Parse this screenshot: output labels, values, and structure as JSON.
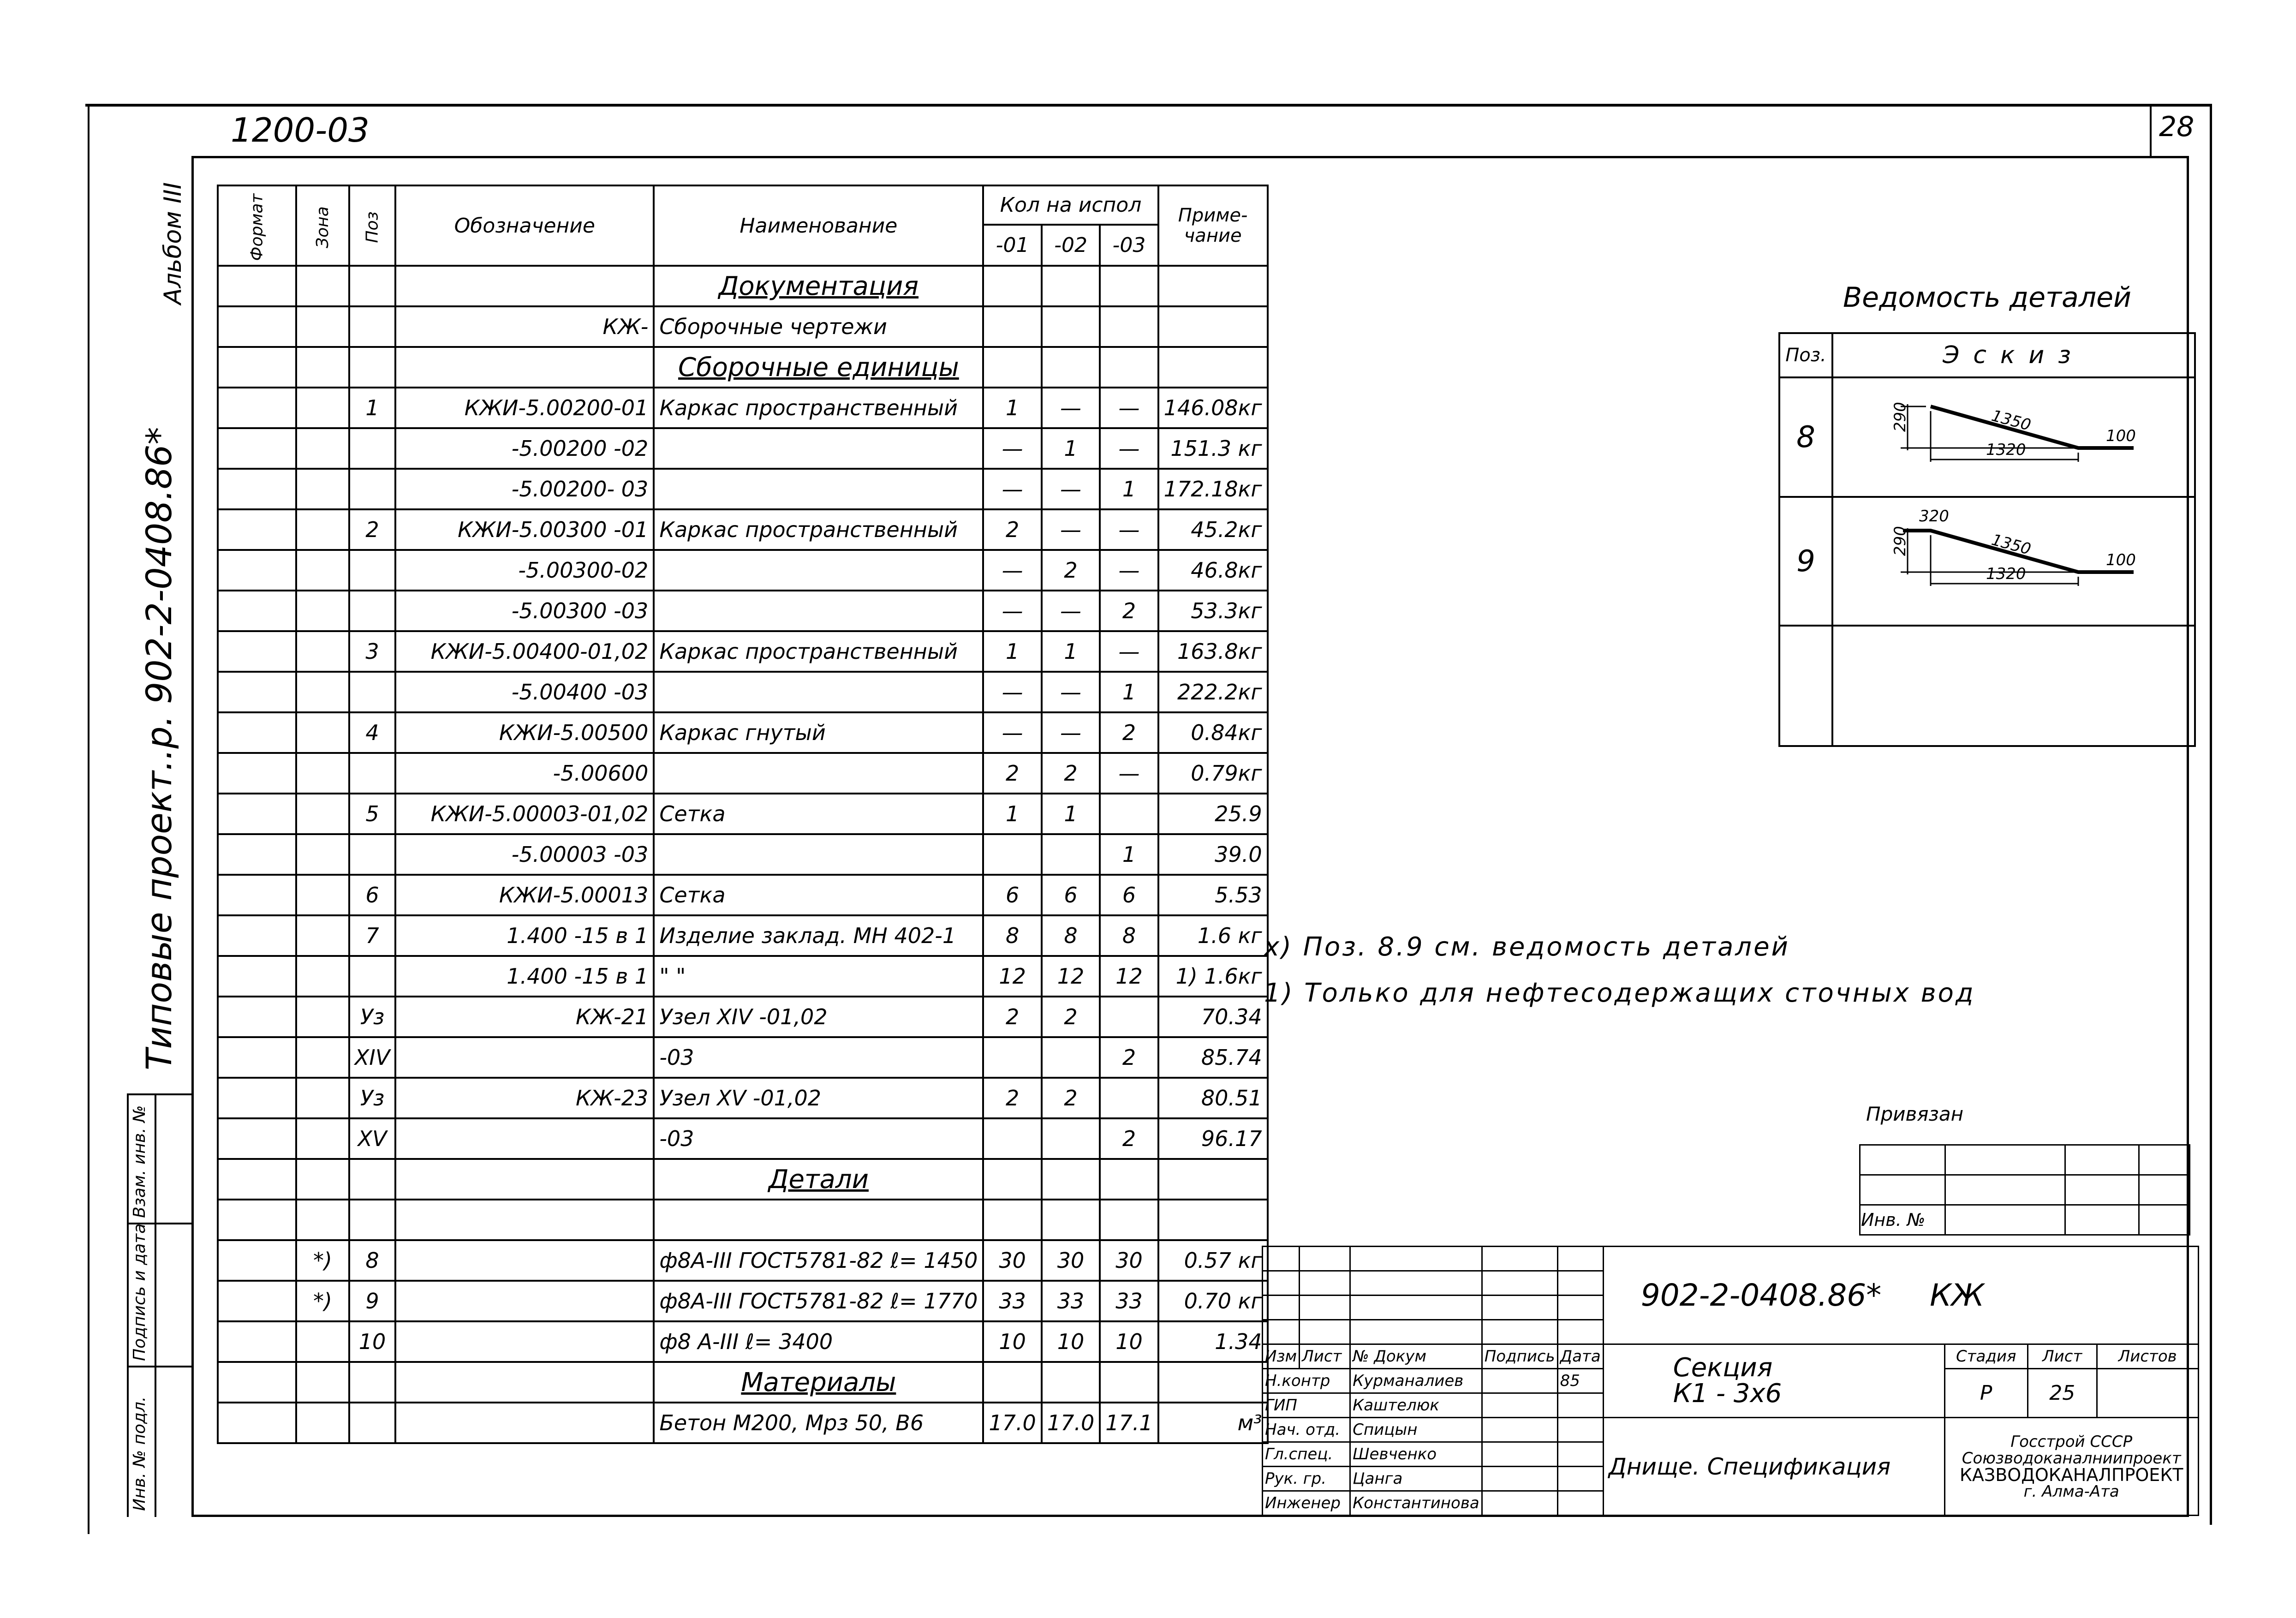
{
  "sheet": {
    "header_code": "1200-03",
    "page_number": "28",
    "album": "Альбом III",
    "series": "Типовые проект..р. 902-2-0408.86*"
  },
  "spec_table": {
    "headers": {
      "format": "Формат",
      "zone": "Зона",
      "pos": "Поз",
      "designation": "Обозначение",
      "name": "Наименование",
      "qty": "Кол на испол",
      "q1": "-01",
      "q2": "-02",
      "q3": "-03",
      "note": "Приме-чание"
    },
    "rows": [
      {
        "type": "section",
        "name": "Документация"
      },
      {
        "pos": "",
        "des": "КЖ-",
        "name": "Сборочные чертежи",
        "q1": "",
        "q2": "",
        "q3": "",
        "note": ""
      },
      {
        "type": "section",
        "name": "Сборочные единицы"
      },
      {
        "pos": "1",
        "des": "КЖИ-5.00200-01",
        "name": "Каркас пространственный",
        "q1": "1",
        "q2": "—",
        "q3": "—",
        "note": "146.08кг"
      },
      {
        "pos": "",
        "des": "-5.00200 -02",
        "name": "",
        "q1": "—",
        "q2": "1",
        "q3": "—",
        "note": "151.3 кг"
      },
      {
        "pos": "",
        "des": "-5.00200- 03",
        "name": "",
        "q1": "—",
        "q2": "—",
        "q3": "1",
        "note": "172.18кг"
      },
      {
        "pos": "2",
        "des": "КЖИ-5.00300 -01",
        "name": "Каркас пространственный",
        "q1": "2",
        "q2": "—",
        "q3": "—",
        "note": "45.2кг"
      },
      {
        "pos": "",
        "des": "-5.00300-02",
        "name": "",
        "q1": "—",
        "q2": "2",
        "q3": "—",
        "note": "46.8кг"
      },
      {
        "pos": "",
        "des": "-5.00300 -03",
        "name": "",
        "q1": "—",
        "q2": "—",
        "q3": "2",
        "note": "53.3кг"
      },
      {
        "pos": "3",
        "des": "КЖИ-5.00400-01,02",
        "name": "Каркас пространственный",
        "q1": "1",
        "q2": "1",
        "q3": "—",
        "note": "163.8кг"
      },
      {
        "pos": "",
        "des": "-5.00400 -03",
        "name": "",
        "q1": "—",
        "q2": "—",
        "q3": "1",
        "note": "222.2кг"
      },
      {
        "pos": "4",
        "des": "КЖИ-5.00500",
        "name": "Каркас гнутый",
        "q1": "—",
        "q2": "—",
        "q3": "2",
        "note": "0.84кг"
      },
      {
        "pos": "",
        "des": "-5.00600",
        "name": "",
        "q1": "2",
        "q2": "2",
        "q3": "—",
        "note": "0.79кг"
      },
      {
        "pos": "5",
        "des": "КЖИ-5.00003-01,02",
        "name": "Сетка",
        "q1": "1",
        "q2": "1",
        "q3": "",
        "note": "25.9"
      },
      {
        "pos": "",
        "des": "-5.00003 -03",
        "name": "",
        "q1": "",
        "q2": "",
        "q3": "1",
        "note": "39.0"
      },
      {
        "pos": "6",
        "des": "КЖИ-5.00013",
        "name": "Сетка",
        "q1": "6",
        "q2": "6",
        "q3": "6",
        "note": "5.53"
      },
      {
        "pos": "7",
        "des": "1.400 -15 в 1",
        "name": "Изделие заклад. МН 402-1",
        "q1": "8",
        "q2": "8",
        "q3": "8",
        "note": "1.6 кг"
      },
      {
        "pos": "",
        "des": "1.400 -15 в 1",
        "name": "\"          \"",
        "q1": "12",
        "q2": "12",
        "q3": "12",
        "note": "1) 1.6кг"
      },
      {
        "pos": "Уз",
        "des": "КЖ-21",
        "name": "Узел XIV      -01,02",
        "q1": "2",
        "q2": "2",
        "q3": "",
        "note": "70.34"
      },
      {
        "pos": "XIV",
        "des": "",
        "name": "-03",
        "q1": "",
        "q2": "",
        "q3": "2",
        "note": "85.74"
      },
      {
        "pos": "Уз",
        "des": "КЖ-23",
        "name": "Узел XV      -01,02",
        "q1": "2",
        "q2": "2",
        "q3": "",
        "note": "80.51"
      },
      {
        "pos": "XV",
        "des": "",
        "name": "-03",
        "q1": "",
        "q2": "",
        "q3": "2",
        "note": "96.17"
      },
      {
        "type": "section",
        "name": "Детали"
      },
      {
        "pos": "",
        "des": "",
        "name": "",
        "q1": "",
        "q2": "",
        "q3": "",
        "note": ""
      },
      {
        "pos": "8",
        "zone": "*)",
        "des": "",
        "name": "ф8А-III ГОСТ5781-82  ℓ= 1450",
        "q1": "30",
        "q2": "30",
        "q3": "30",
        "note": "0.57 кг"
      },
      {
        "pos": "9",
        "zone": "*)",
        "des": "",
        "name": "ф8А-III ГОСТ5781-82  ℓ= 1770",
        "q1": "33",
        "q2": "33",
        "q3": "33",
        "note": "0.70 кг"
      },
      {
        "pos": "10",
        "des": "",
        "name": "ф8 А-III        ℓ= 3400",
        "q1": "10",
        "q2": "10",
        "q3": "10",
        "note": "1.34"
      },
      {
        "type": "section",
        "name": "Материалы"
      },
      {
        "pos": "",
        "des": "",
        "name": "Бетон М200, Мрз 50, В6",
        "q1": "17.0",
        "q2": "17.0",
        "q3": "17.1",
        "note": "м³"
      }
    ]
  },
  "details_sheet": {
    "title": "Ведомость деталей",
    "header_pos": "Поз.",
    "header_sketch": "Эскиз",
    "items": [
      {
        "pos": "8",
        "dims": {
          "a": "290",
          "b": "1350",
          "c": "100",
          "d": "1320"
        }
      },
      {
        "pos": "9",
        "dims": {
          "a": "290",
          "b": "1350",
          "c": "100",
          "d": "1320",
          "e": "320"
        }
      }
    ]
  },
  "notes": [
    "х) Поз. 8.9   см. ведомость   деталей",
    "1) Только   для   нефтесодержащих   сточных вод"
  ],
  "privyazan": {
    "label": "Привязан",
    "inv": "Инв. №"
  },
  "title_block": {
    "code": "902-2-0408.86*",
    "mark": "КЖ",
    "section_title": "Секция",
    "section_sub": "К1 - 3х6",
    "drawing_name": "Днище. Спецификация",
    "stage_label": "Стадия",
    "sheet_label": "Лист",
    "sheets_label": "Листов",
    "stage": "Р",
    "sheet": "25",
    "sheets": "",
    "org1": "Госстрой СССР",
    "org2": "Союзводоканалниипроект",
    "org3": "КАЗВОДОКАНАЛПРОЕКТ",
    "org4": "г. Алма-Ата",
    "col_headers": [
      "Изм",
      "Лист",
      "№ Докум",
      "Подпись",
      "Дата"
    ],
    "staff": [
      {
        "role": "Н.контр",
        "name": "Курманалиев",
        "date": "85"
      },
      {
        "role": "ГИП",
        "name": "Каштелюк",
        "date": ""
      },
      {
        "role": "Нач. отд.",
        "name": "Спицын",
        "date": ""
      },
      {
        "role": "Гл.спец.",
        "name": "Шевченко",
        "date": ""
      },
      {
        "role": "Рук. гр.",
        "name": "Цанга",
        "date": ""
      },
      {
        "role": "Инженер",
        "name": "Константинова",
        "date": ""
      }
    ]
  },
  "left_stamps": [
    "Взам. инв. №",
    "Подпись и дата",
    "Инв. № подл."
  ]
}
